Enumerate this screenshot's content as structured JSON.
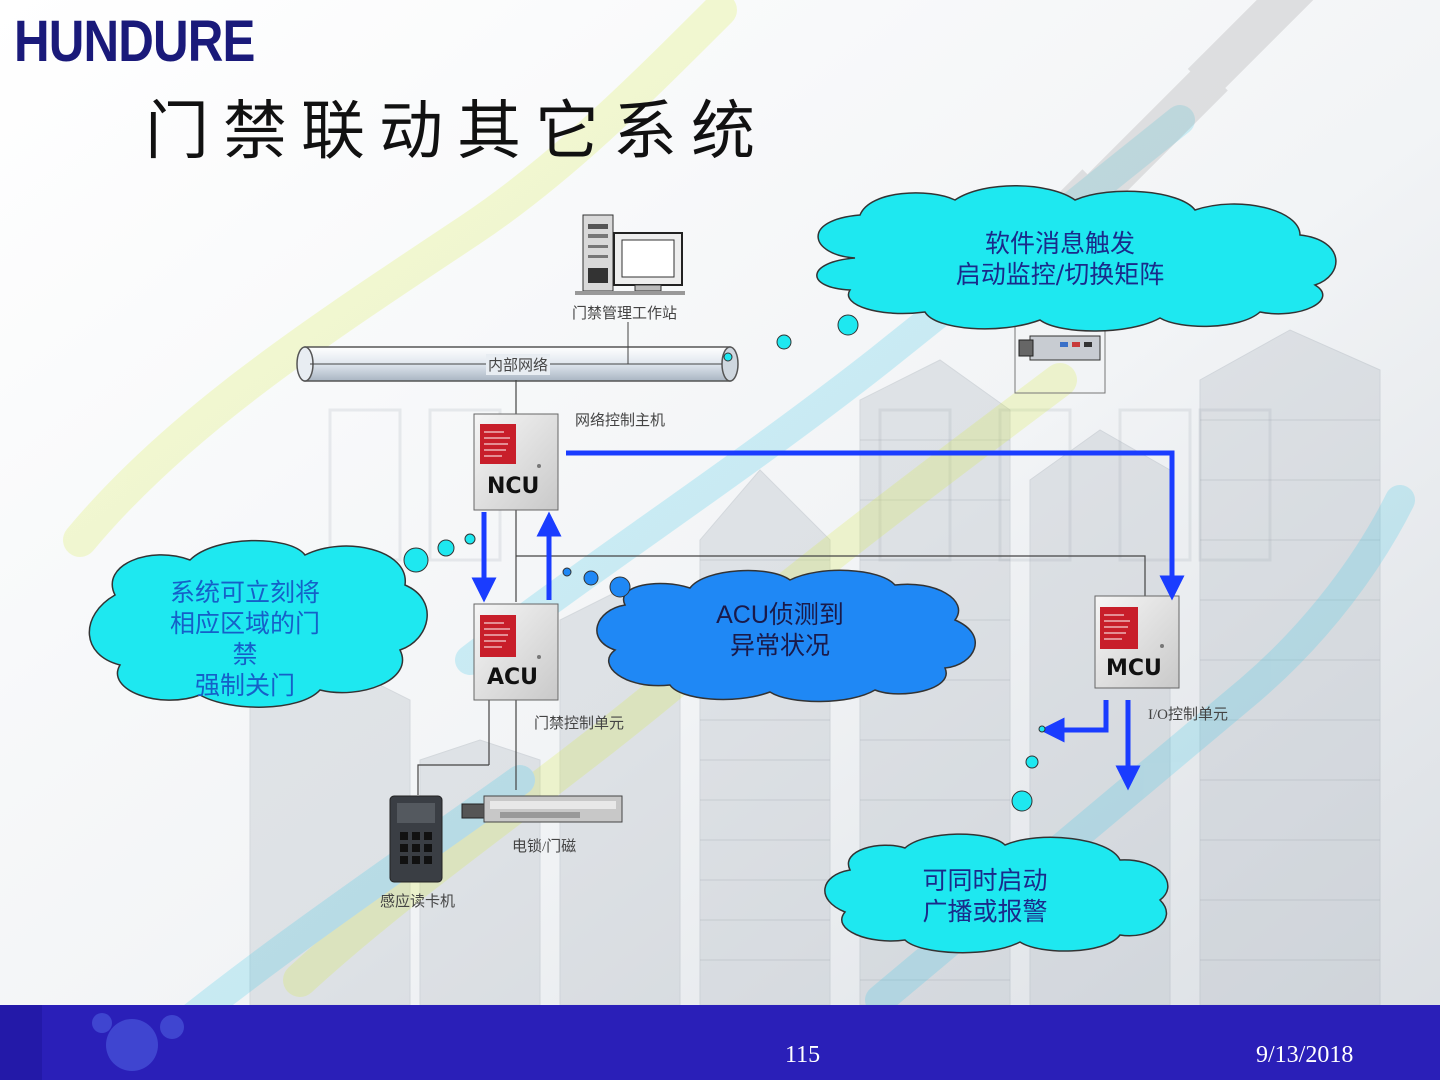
{
  "slide": {
    "brand": "HUNDURE",
    "title": "门禁联动其它系统",
    "page_number": "115",
    "date": "9/13/2018"
  },
  "diagram": {
    "workstation_label": "门禁管理工作站",
    "network_label": "内部网络",
    "ncu_caption": "网络控制主机",
    "ncu_box": "NCU",
    "acu_box": "ACU",
    "acu_caption": "门禁控制单元",
    "mcu_box": "MCU",
    "mcu_caption": "I/O控制单元",
    "reader_label": "感应读卡机",
    "lock_label": "电锁/门磁"
  },
  "bubbles": {
    "top_right": {
      "line1": "软件消息触发",
      "line2": "启动监控/切换矩阵"
    },
    "left": {
      "line1": "系统可立刻将",
      "line2": "相应区域的门",
      "line3": "禁",
      "line4": "强制关门"
    },
    "center": {
      "line1": "ACU侦测到",
      "line2": "异常状况"
    },
    "bottom_right": {
      "line1": "可同时启动",
      "line2": "广播或报警"
    }
  },
  "colors": {
    "brand": "#1a1a7a",
    "footer": "#2a1fb8",
    "cyan_bubble": "#1ee8f0",
    "blue_bubble": "#1f88f5",
    "arrow": "#1a3cff",
    "bubble_text_dark": "#1a2a8a",
    "bubble_text_blue": "#1560c8"
  },
  "icons": [
    "computer-icon",
    "camera-icon",
    "reader-icon",
    "lock-icon"
  ]
}
